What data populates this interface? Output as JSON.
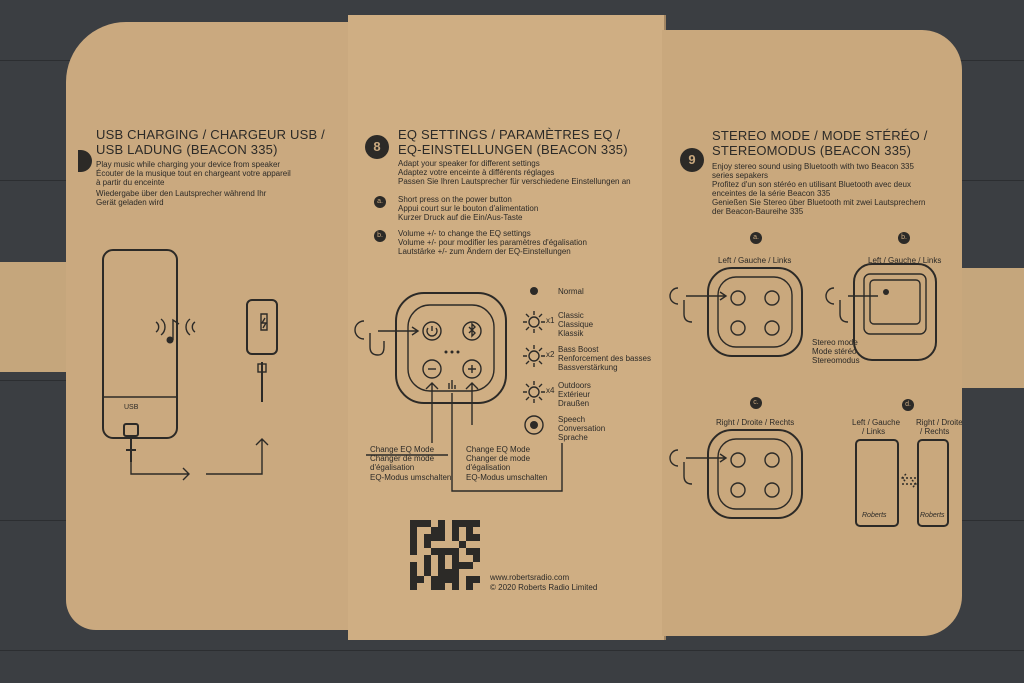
{
  "colors": {
    "ink": "#2c2a27",
    "kraft": "#caa97f",
    "wood": "#3b3e42"
  },
  "usb": {
    "title_line1": "USB CHARGING / CHARGEUR USB /",
    "title_line2": "USB LADUNG (BEACON 335)",
    "desc": [
      "Play music while charging your device from speaker",
      "Écouter de la musique tout en chargeant votre appareil",
      "à partir du enceinte",
      "Wiedergabe über den Lautsprecher während Ihr",
      "Gerät geladen wird"
    ],
    "port_label": "USB"
  },
  "eq": {
    "step": "8",
    "title_line1": "EQ SETTINGS / PARAMÈTRES EQ /",
    "title_line2": "EQ-EINSTELLUNGEN (BEACON 335)",
    "desc": [
      "Adapt your speaker for different settings",
      "Adaptez votre enceinte à différents réglages",
      "Passen Sie Ihren Lautsprecher für verschiedene Einstellungen an"
    ],
    "a_marker": "a.",
    "a_text": [
      "Short press on the power button",
      "Appui court sur le bouton d'alimentation",
      "Kurzer Druck auf die Ein/Aus-Taste"
    ],
    "b_marker": "b.",
    "b_text": [
      "Volume +/- to change the EQ settings",
      "Volume +/- pour modifier les paramètres d'égalisation",
      "Lautstärke +/- zum Ändern der EQ-Einstellungen"
    ],
    "modes": [
      {
        "count": "",
        "lines": [
          "Normal"
        ]
      },
      {
        "count": "x1",
        "lines": [
          "Classic",
          "Classique",
          "Klassik"
        ]
      },
      {
        "count": "x2",
        "lines": [
          "Bass Boost",
          "Renforcement des basses",
          "Bassverstärkung"
        ]
      },
      {
        "count": "x4",
        "lines": [
          "Outdoors",
          "Extérieur",
          "Draußen"
        ]
      },
      {
        "count": "",
        "lines": [
          "Speech",
          "Conversation",
          "Sprache"
        ]
      }
    ],
    "change_left": [
      "Change EQ Mode",
      "Changer de mode",
      "d'égalisation",
      "EQ-Modus umschalten"
    ],
    "change_right": [
      "Change EQ Mode",
      "Changer de mode",
      "d'égalisation",
      "EQ-Modus umschalten"
    ],
    "website": "www.robertsradio.com",
    "copyright": "© 2020 Roberts Radio Limited"
  },
  "stereo": {
    "step": "9",
    "title_line1": "STEREO MODE  / MODE STÉRÉO /",
    "title_line2": "STEREOMODUS (BEACON 335)",
    "desc": [
      "Enjoy stereo sound using Bluetooth with two Beacon 335",
      "series sepakers",
      "Profitez d'un son stéréo en utilisant Bluetooth avec deux",
      "enceintes de la série Beacon 335",
      "Genießen Sie Stereo über Bluetooth mit zwei Lautsprechern",
      "der Beacon-Baureihe 335"
    ],
    "markers": [
      "a.",
      "b.",
      "c.",
      "d."
    ],
    "left_label": "Left / Gauche / Links",
    "left_label_b": "Left / Gauche / Links",
    "stereo_mode": [
      "Stereo mode",
      "Mode stéréo",
      "Stereomodus"
    ],
    "right_label": "Right / Droite / Rechts",
    "d_left": [
      "Left / Gauche",
      "/ Links"
    ],
    "d_right": [
      "Right / Droite",
      "/ Rechts"
    ],
    "brand_script": "Roberts"
  }
}
